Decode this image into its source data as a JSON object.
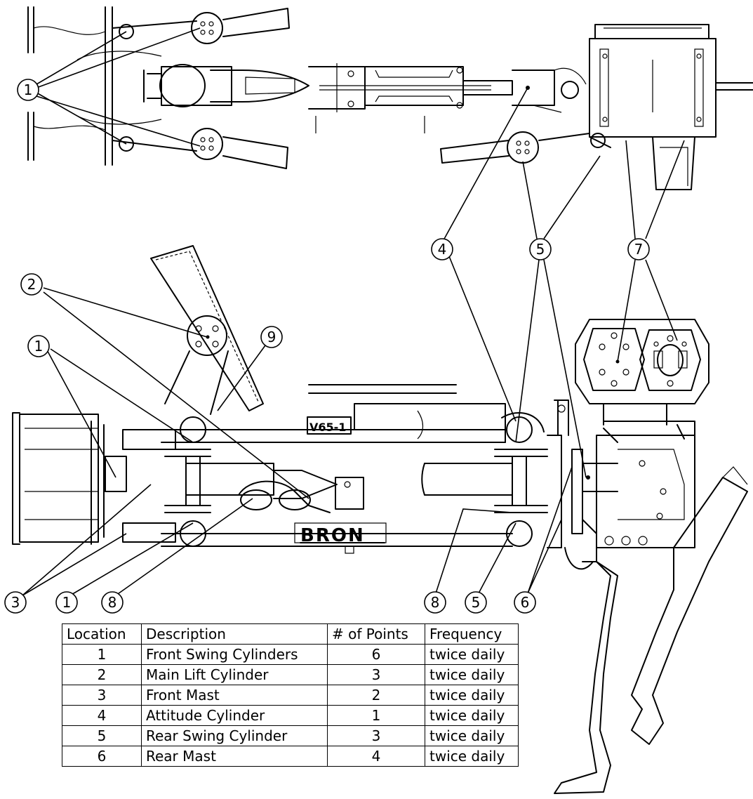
{
  "diagram": {
    "plates": {
      "model": "V65-1",
      "brand": "BRON"
    },
    "callouts": [
      "1",
      "2",
      "3",
      "4",
      "5",
      "6",
      "7",
      "8",
      "9"
    ]
  },
  "table": {
    "headers": [
      "Location",
      "Description",
      "# of Points",
      "Frequency"
    ],
    "rows": [
      {
        "location": "1",
        "description": "Front Swing Cylinders",
        "points": "6",
        "frequency": "twice daily"
      },
      {
        "location": "2",
        "description": "Main Lift Cylinder",
        "points": "3",
        "frequency": "twice daily"
      },
      {
        "location": "3",
        "description": "Front Mast",
        "points": "2",
        "frequency": "twice daily"
      },
      {
        "location": "4",
        "description": "Attitude Cylinder",
        "points": "1",
        "frequency": "twice daily"
      },
      {
        "location": "5",
        "description": "Rear Swing Cylinder",
        "points": "3",
        "frequency": "twice daily"
      },
      {
        "location": "6",
        "description": "Rear Mast",
        "points": "4",
        "frequency": "twice daily"
      }
    ]
  }
}
